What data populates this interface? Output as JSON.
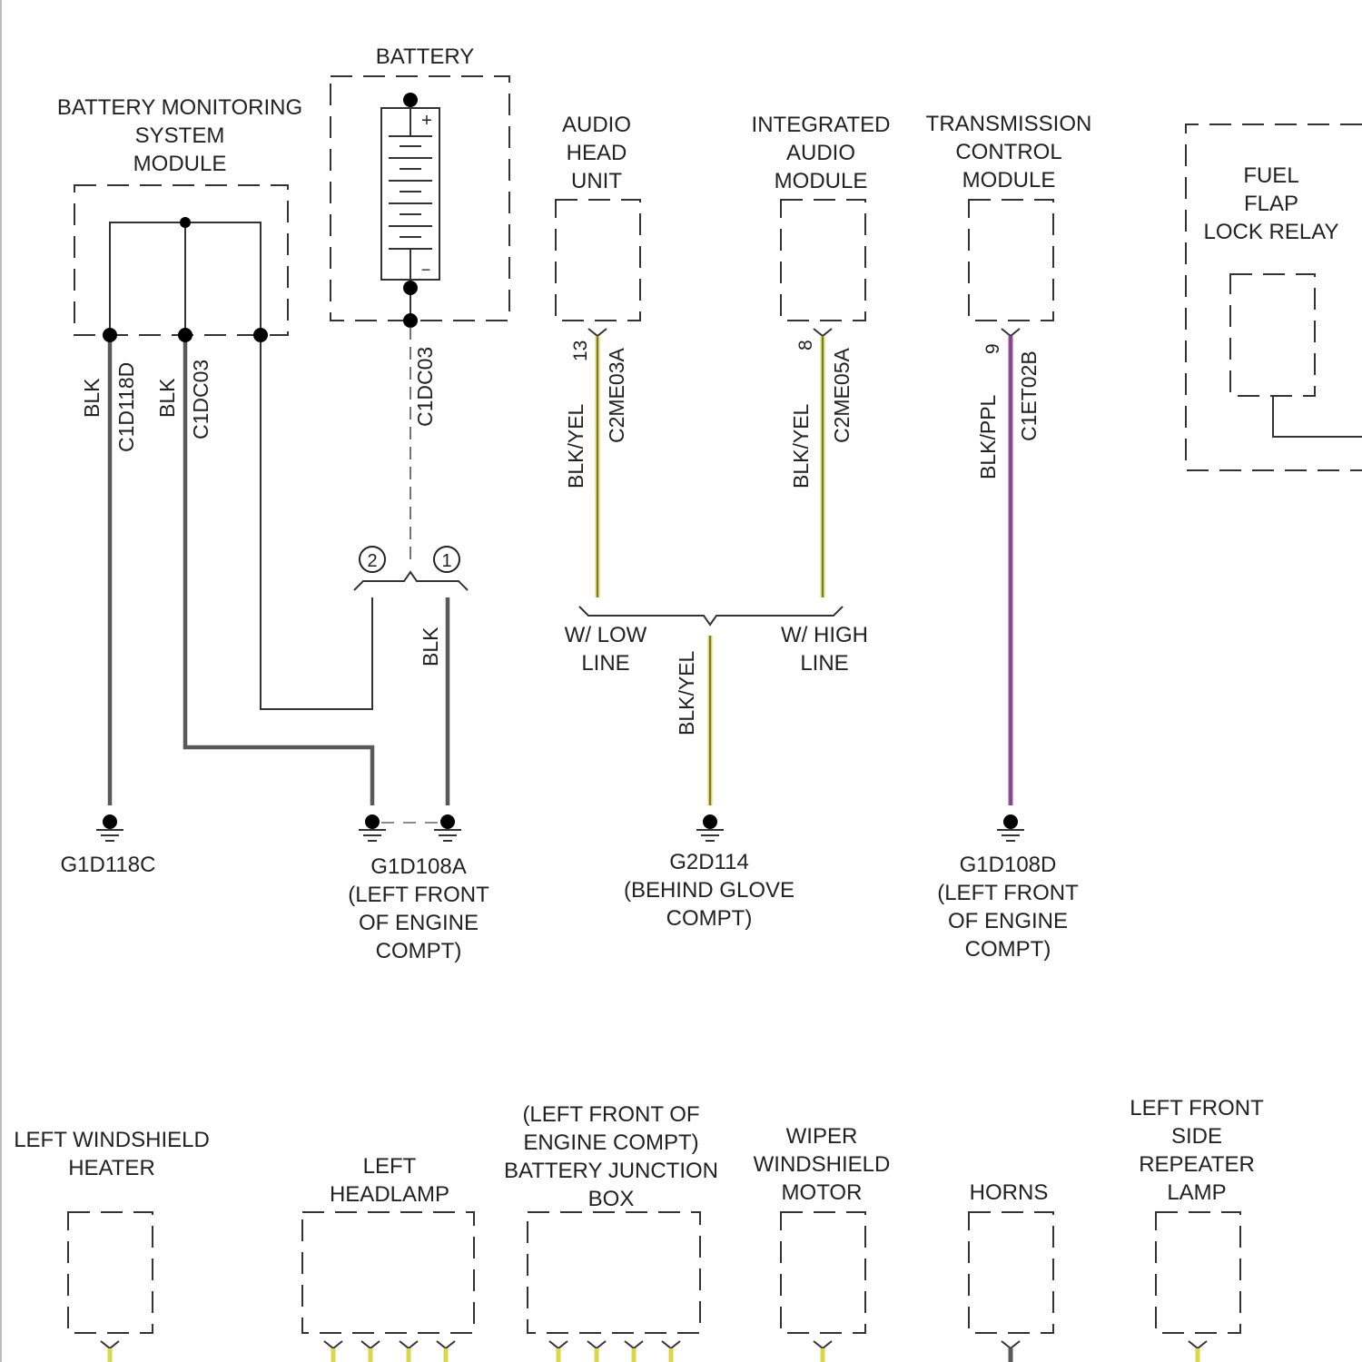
{
  "components": {
    "bms": "BATTERY MONITORING|SYSTEM|MODULE",
    "battery": "BATTERY",
    "audio_head": "AUDIO|HEAD|UNIT",
    "integrated_audio": "INTEGRATED|AUDIO|MODULE",
    "tcm": "TRANSMISSION|CONTROL|MODULE",
    "fuel_flap": "FUEL|FLAP|LOCK RELAY",
    "left_ws_heater": "LEFT WINDSHIELD|HEATER",
    "left_headlamp": "LEFT|HEADLAMP",
    "battery_junction": "(LEFT FRONT OF|ENGINE COMPT)|BATTERY JUNCTION|BOX",
    "wiper_motor": "WIPER|WINDSHIELD|MOTOR",
    "horns": "HORNS",
    "side_repeater": "LEFT FRONT|SIDE|REPEATER|LAMP"
  },
  "wires": {
    "bms_w1_color": "BLK",
    "bms_w1_circuit": "C1D118D",
    "bms_w2_color": "BLK",
    "bms_w2_circuit": "C1DC03",
    "battery_circuit": "C1DC03",
    "ground_link_color": "BLK",
    "audio_color": "BLK/YEL",
    "audio_circuit": "C2ME03A",
    "audio_pin": "13",
    "iam_color": "BLK/YEL",
    "iam_circuit": "C2ME05A",
    "iam_pin": "8",
    "tcm_color": "BLK/PPL",
    "tcm_circuit": "C1ET02B",
    "tcm_pin": "9",
    "merged_color": "BLK/YEL"
  },
  "options": {
    "opt1": "1",
    "opt2": "2",
    "low_line": "W/ LOW|LINE",
    "high_line": "W/ HIGH|LINE"
  },
  "grounds": {
    "g1": "G1D118C",
    "g2": "G1D108A|(LEFT FRONT|OF ENGINE|COMPT)",
    "g3": "G2D114|(BEHIND GLOVE|COMPT)",
    "g4": "G1D108D|(LEFT FRONT|OF ENGINE|COMPT)"
  },
  "battery_marks": {
    "plus": "+",
    "minus": "−"
  },
  "colors": {
    "wire_black": "#595959",
    "wire_yellow": "#d8d84a",
    "wire_purple": "#a14aa8"
  }
}
